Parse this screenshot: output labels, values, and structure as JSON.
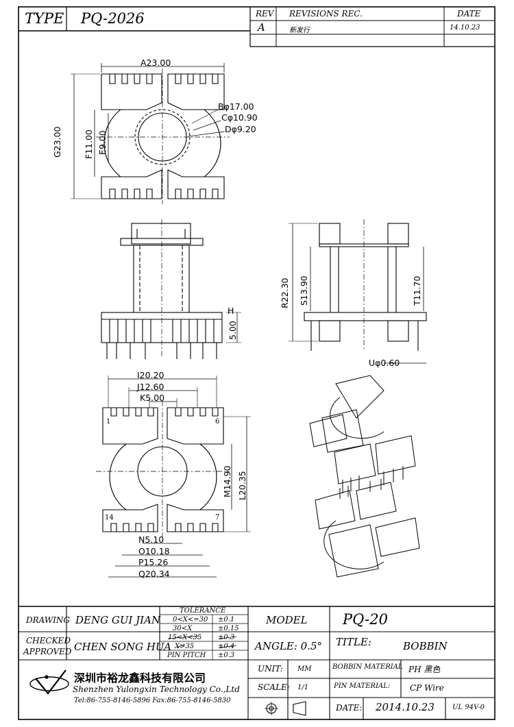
{
  "header": {
    "type_label": "TYPE",
    "type_value": "PQ-2026",
    "rev_col": "REV",
    "revisions_col": "REVISIONS REC.",
    "date_col": "DATE",
    "rev_value": "A",
    "revision_text": "新发行",
    "revision_date": "14.10.23"
  },
  "dimensions": {
    "top_width": "A23.00",
    "d_b": "Bφ17.00",
    "d_c": "Cφ10.90",
    "d_d": "Dφ9.20",
    "h_g": "G23.00",
    "h_f": "F11.00",
    "h_e": "E9.00",
    "side_h": "H",
    "side_h_val": "5.00",
    "side_r": "R22.30",
    "side_s": "S13.90",
    "side_t": "T11.70",
    "pin_u": "Uφ0.60",
    "bot_i": "I20.20",
    "bot_j": "J12.60",
    "bot_k": "K5.00",
    "bot_m": "M14.90",
    "bot_l": "L20.35",
    "bot_n": "N5.10",
    "bot_o": "O10.18",
    "bot_p": "P15.26",
    "bot_q": "Q20.34",
    "pin1": "1",
    "pin6": "6",
    "pin7": "7",
    "pin14": "14"
  },
  "title_block": {
    "drawing_label": "DRAWING",
    "drawing_value": "DENG GUI JIAN",
    "checked_label": "CHECKED",
    "approved_label": "APPROVED",
    "checked_value": "CHEN SONG HUA",
    "tolerance_label": "TOLERANCE",
    "tol_rows": [
      {
        "range": "0<X<=30",
        "value": "±0.1"
      },
      {
        "range": "30<X",
        "value": "±0.15"
      },
      {
        "range": "15<X<35",
        "value": "±0.3"
      },
      {
        "range": "X>35",
        "value": "±0.4"
      },
      {
        "range": "PIN PITCH",
        "value": "±0.3"
      }
    ],
    "model_label": "MODEL",
    "model_value": "PQ-20",
    "angle_text": "ANGLE: 0.5°",
    "title_label": "TITLE:",
    "title_value": "BOBBIN",
    "unit_label": "UNIT:",
    "unit_value": "MM",
    "bobbin_material_label": "BOBBIN MATERIAL",
    "bobbin_material_value": "PH 黑色",
    "scale_label": "SCALE:",
    "scale_value": "1/1",
    "pin_material_label": "PIN MATERIAL:",
    "pin_material_value": "CP Wire",
    "date_label": "DATE:",
    "date_value": "2014.10.23",
    "ul_value": "UL 94V-0",
    "company_cn": "深圳市裕龙鑫科技有限公司",
    "company_en": "Shenzhen Yulongxin Technology Co.,Ltd",
    "contact": "Tel:86-755-8146-5896  Fax:86-755-8146-5830"
  }
}
